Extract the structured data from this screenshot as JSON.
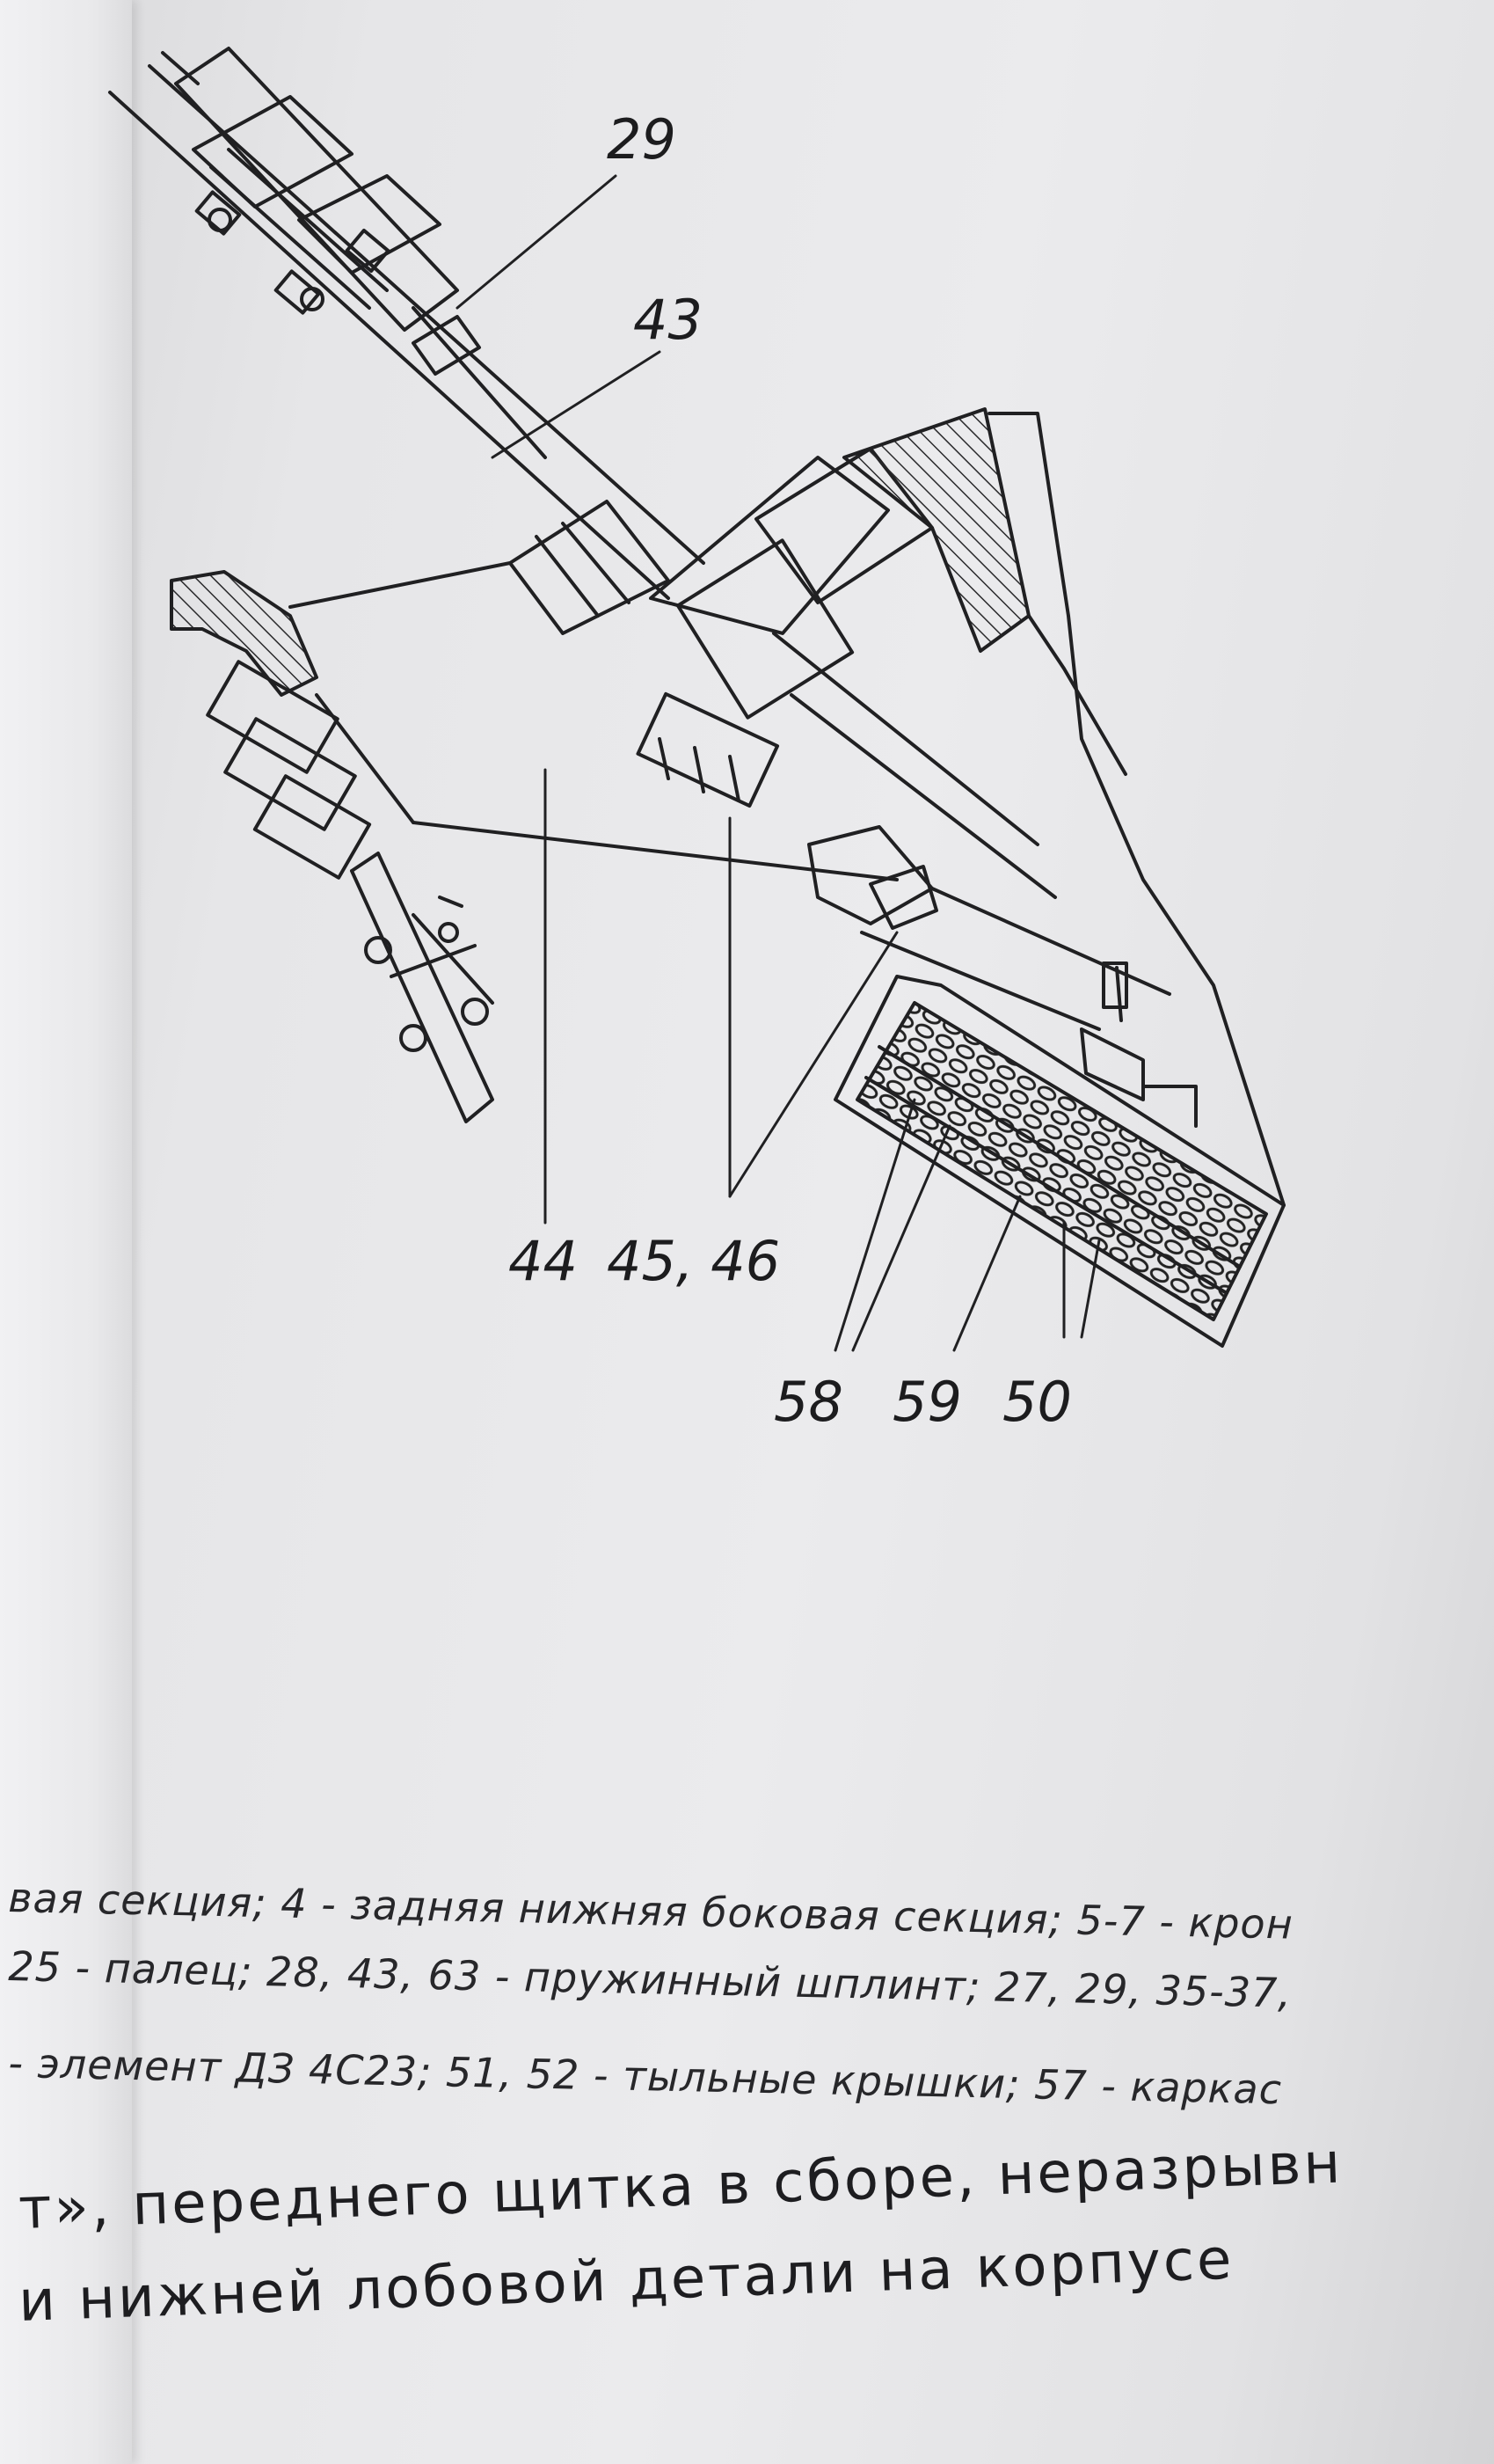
{
  "figure": {
    "callouts": {
      "c29": "29",
      "c43": "43",
      "c44": "44",
      "c45_46": "45, 46",
      "c58": "58",
      "c59": "59",
      "c50": "50"
    }
  },
  "caption": {
    "line1": "вая секция; 4 - задняя нижняя боковая секция; 5-7 - крон",
    "line2": "25 - палец; 28, 43, 63 - пружинный шплинт; 27, 29, 35-37,",
    "line3": "- элемент ДЗ 4С23; 51, 52 - тыльные крышки; 57 - каркас"
  },
  "body_text": {
    "line1": "т», переднего щитка в сборе, неразрывн",
    "line2": "и нижней лобовой детали на корпусе"
  }
}
